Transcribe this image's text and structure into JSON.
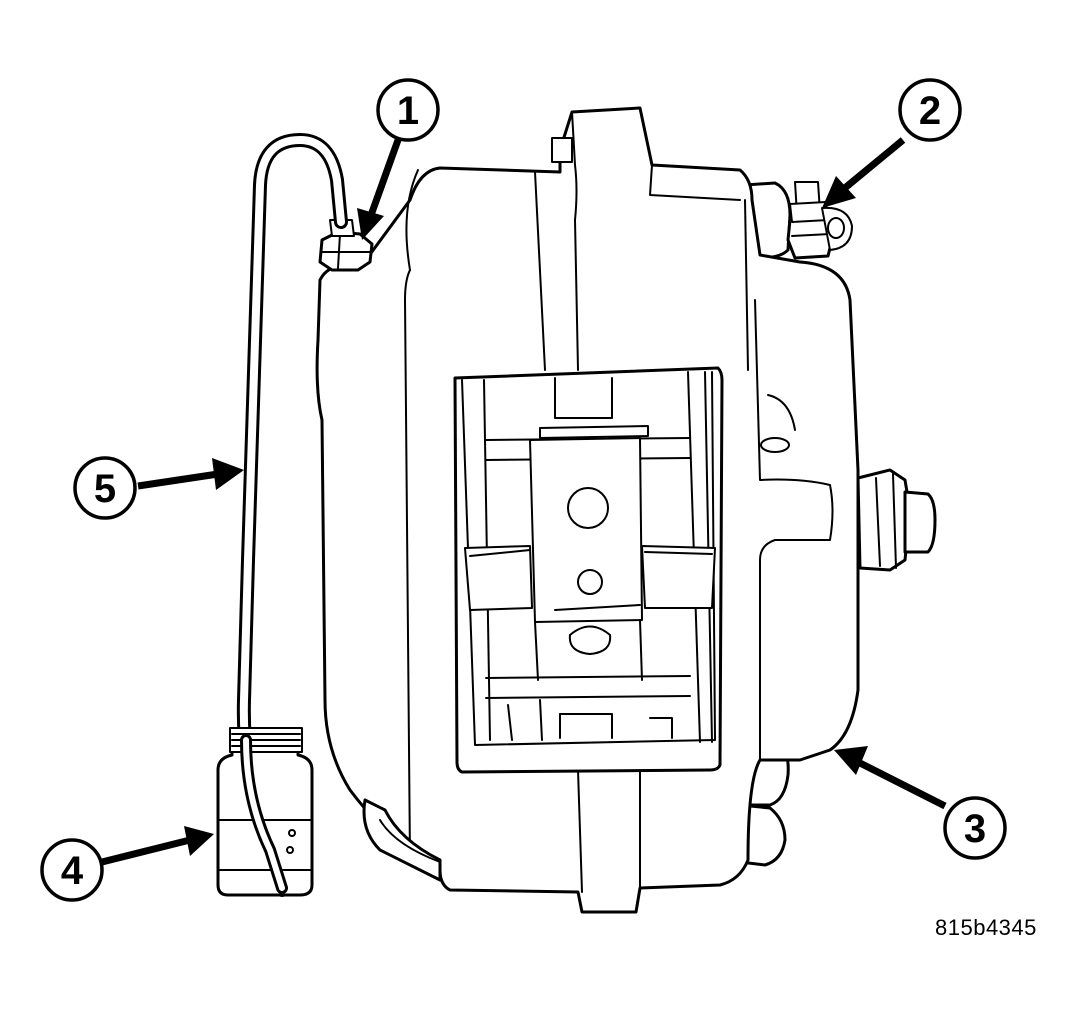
{
  "figure": {
    "id_code": "815b4345"
  },
  "callouts": [
    {
      "number": "1"
    },
    {
      "number": "2"
    },
    {
      "number": "3"
    },
    {
      "number": "4"
    },
    {
      "number": "5"
    }
  ]
}
